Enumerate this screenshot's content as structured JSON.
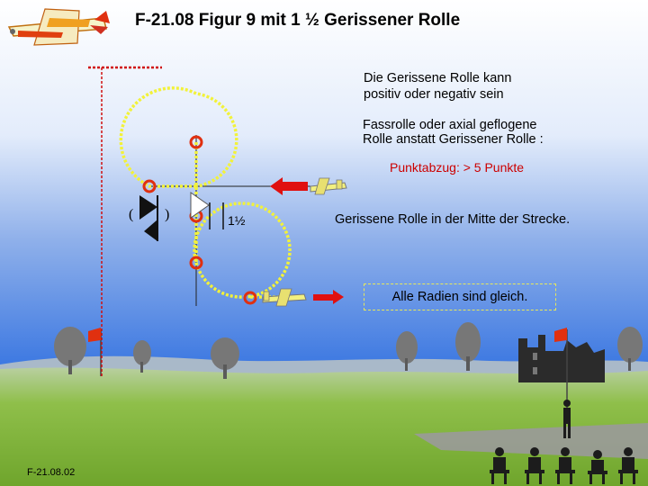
{
  "title": "F-21.08 Figur 9 mit 1 ½ Gerissener Rolle",
  "notes": {
    "sign_line1": "Die Gerissene Rolle kann",
    "sign_line2": "positiv oder negativ sein",
    "alt_line1": "Fassrolle oder axial geflogene",
    "alt_line2": "Rolle anstatt Gerissener Rolle :",
    "penalty": "Punktabzug: > 5 Punkte",
    "roll_middle": "Gerissene Rolle in der Mitte der Strecke.",
    "radii": "Alle Radien sind gleich."
  },
  "figure": {
    "roll_fraction": "1½",
    "bracket_left": "(",
    "bracket_right": ")"
  },
  "footer": "F-21.08.02",
  "colors": {
    "sky": "#2f6fe0",
    "grass": "#8fbf4a",
    "flight_path": "#f2f23a",
    "marker": "#e03010",
    "reference_line": "#d01010",
    "arrow": "#e01010"
  }
}
